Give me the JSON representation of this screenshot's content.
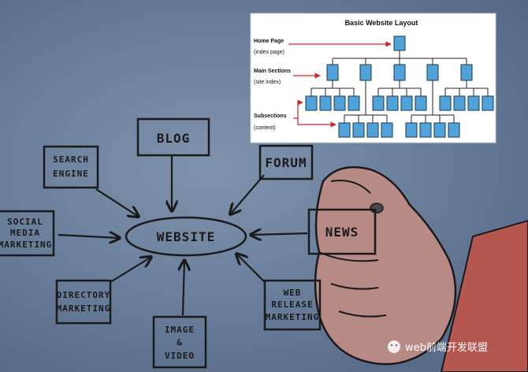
{
  "panel": {
    "title": "Basic Website Layout",
    "home_page": "Home Page",
    "home_page_sub": "(index page)",
    "main_sections": "Main Sections",
    "main_sections_sub": "(site index)",
    "subsections": "Subsections",
    "subsections_sub": "(content)"
  },
  "nodes": {
    "website": "WEBSITE",
    "blog": "BLOG",
    "forum": "FORUM",
    "news": "NEWS",
    "search_1": "SEARCH",
    "search_2": "ENGINE",
    "social_1": "SOCIAL",
    "social_2": "MEDIA",
    "social_3": "MARKETING",
    "directory_1": "DIRECTORY",
    "directory_2": "MARKETING",
    "image_1": "IMAGE",
    "image_2": "&",
    "image_3": "VIDEO",
    "web_release_1": "WEB",
    "web_release_2": "RELEASE",
    "web_release_3": "MARKETING"
  },
  "watermark": "web前端开发联盟",
  "colors": {
    "background": "#6a7f9b",
    "box_fill": "#4fa3d8",
    "arrow_red": "#d0202a",
    "ink": "#1a1a1a"
  }
}
